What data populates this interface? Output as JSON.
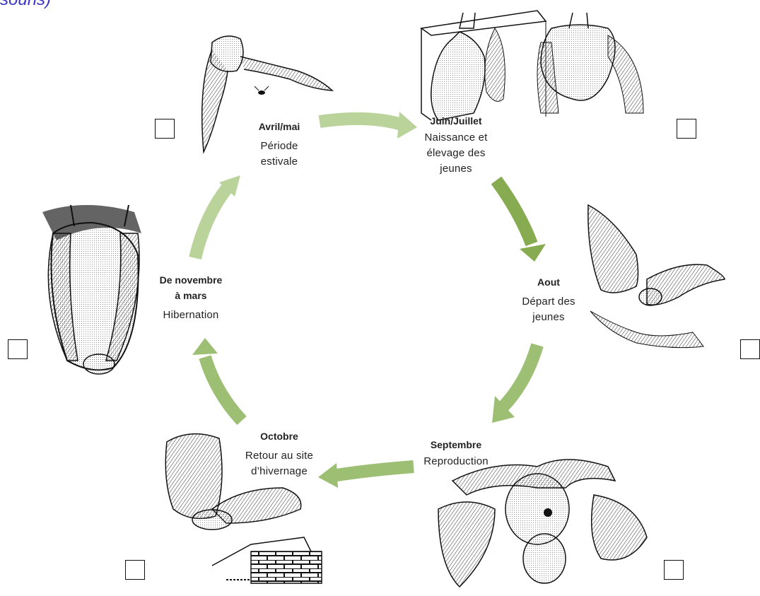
{
  "header": {
    "text": "souris)"
  },
  "stages": [
    {
      "id": "avril",
      "title": "Avril/mai",
      "desc_lines": [
        "Période",
        "estivale"
      ]
    },
    {
      "id": "juin",
      "title": "Juin/Juillet",
      "desc_lines": [
        "Naissance et",
        "élevage des",
        "jeunes"
      ]
    },
    {
      "id": "aout",
      "title": "Aout",
      "desc_lines": [
        "Départ des",
        "jeunes"
      ]
    },
    {
      "id": "septembre",
      "title": "Septembre",
      "desc_lines": [
        "Reproduction"
      ]
    },
    {
      "id": "octobre",
      "title": "Octobre",
      "desc_lines": [
        "Retour au site",
        "d’hivernage"
      ]
    },
    {
      "id": "hiver",
      "title_lines": [
        "De novembre",
        "à mars"
      ],
      "desc_lines": [
        "Hibernation"
      ]
    }
  ],
  "colors": {
    "arrow_light": "#b9d39a",
    "arrow_mid": "#9cbf73",
    "arrow_dark": "#86ab50",
    "header_blue": "#3a35c8"
  },
  "icons": [
    "bat-flying-icon",
    "bat-hanging-icon",
    "bat-pair-icon",
    "insect-icon",
    "brick-wall-icon"
  ]
}
